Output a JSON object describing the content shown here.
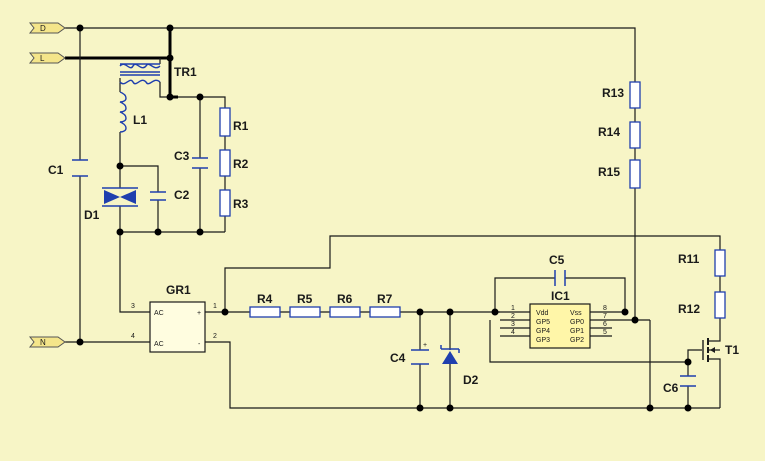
{
  "terminals": {
    "d": "D",
    "l": "L",
    "n": "N"
  },
  "labels": {
    "tr1": "TR1",
    "l1": "L1",
    "c1": "C1",
    "c2": "C2",
    "c3": "C3",
    "c4": "C4",
    "c5": "C5",
    "c6": "C6",
    "d1": "D1",
    "d2": "D2",
    "r1": "R1",
    "r2": "R2",
    "r3": "R3",
    "r4": "R4",
    "r5": "R5",
    "r6": "R6",
    "r7": "R7",
    "r11": "R11",
    "r12": "R12",
    "r13": "R13",
    "r14": "R14",
    "r15": "R15",
    "gr1": "GR1",
    "ic1": "IC1",
    "t1": "T1"
  },
  "gr1": {
    "ac_top": "AC",
    "ac_bottom": "AC",
    "plus": "+",
    "minus": "-",
    "pins": {
      "p1": "1",
      "p2": "2",
      "p3": "3",
      "p4": "4"
    }
  },
  "ic1": {
    "left_pins": [
      "Vdd",
      "GP5",
      "GP4",
      "GP3"
    ],
    "right_pins": [
      "Vss",
      "GP0",
      "GP1",
      "GP2"
    ],
    "left_numbers": [
      "1",
      "2",
      "3",
      "4"
    ],
    "right_numbers": [
      "8",
      "7",
      "6",
      "5"
    ]
  },
  "c4_polarity": "+",
  "colors": {
    "background": "#f7f5c6",
    "component": "#1f3fae",
    "wire": "#1a1a1a"
  }
}
